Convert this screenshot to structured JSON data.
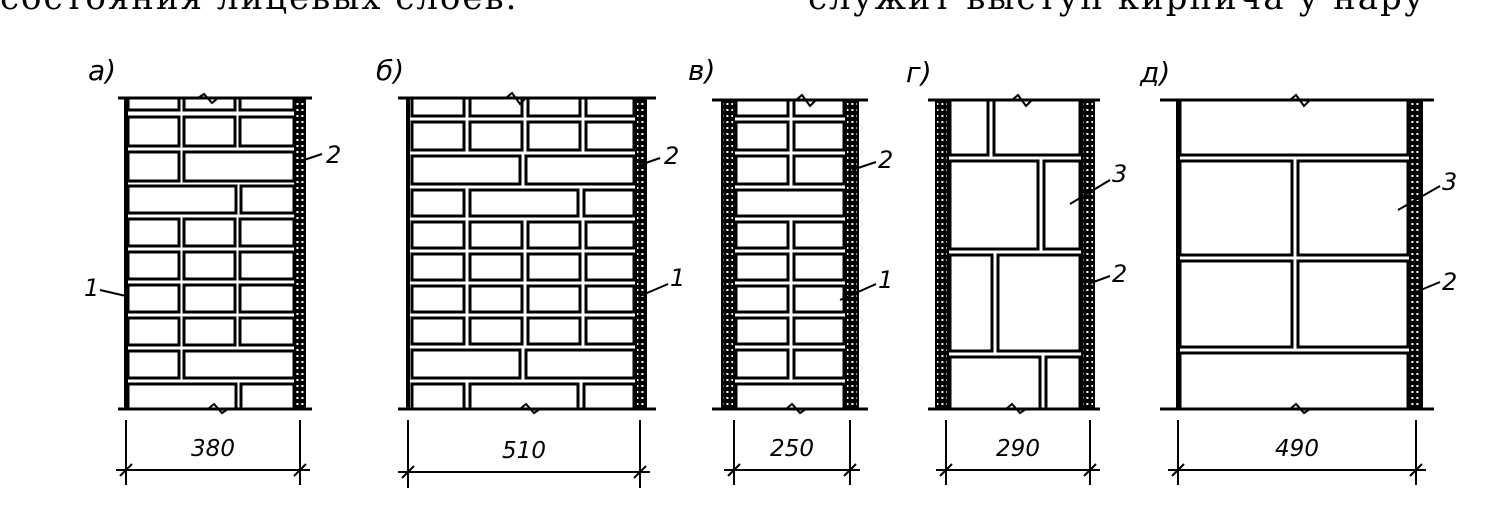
{
  "header": {
    "left_text": "состояния лицевых слоев.",
    "right_text": "служит выступ кирпича у нару"
  },
  "panels": [
    {
      "label": "а)",
      "dimension": "380",
      "callouts": [
        "1",
        "2"
      ]
    },
    {
      "label": "б)",
      "dimension": "510",
      "callouts": [
        "2",
        "1"
      ]
    },
    {
      "label": "в)",
      "dimension": "250",
      "callouts": [
        "2",
        "1"
      ]
    },
    {
      "label": "г)",
      "dimension": "290",
      "callouts": [
        "3",
        "2"
      ]
    },
    {
      "label": "д)",
      "dimension": "490",
      "callouts": [
        "3",
        "2"
      ]
    }
  ]
}
